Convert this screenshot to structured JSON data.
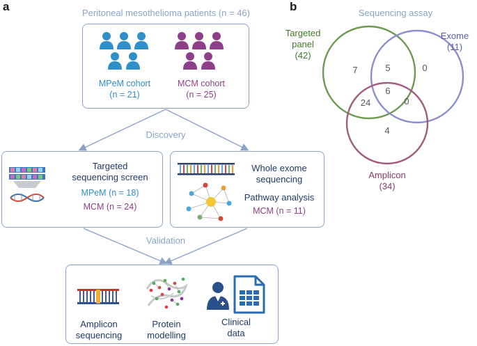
{
  "panel_a": {
    "letter": "a",
    "title": "Peritoneal mesothelioma patients (n = 46)",
    "cohorts": {
      "mpem_label": "MPeM cohort",
      "mpem_n": "(n = 21)",
      "mcm_label": "MCM cohort",
      "mcm_n": "(n = 25)"
    },
    "discovery_label": "Discovery",
    "targeted": {
      "title_line1": "Targeted",
      "title_line2": "sequencing  screen",
      "mpem": "MPeM (n = 18)",
      "mcm": "MCM (n = 24)"
    },
    "exome": {
      "title_line1": "Whole exome",
      "title_line2": "sequencing",
      "pathway": "Pathway analysis",
      "mcm": "MCM (n = 11)"
    },
    "validation_label": "Validation",
    "validation": {
      "amplicon_line1": "Amplicon",
      "amplicon_line2": "sequencing",
      "protein_line1": "Protein",
      "protein_line2": "modelling",
      "clinical_line1": "Clinical",
      "clinical_line2": "data"
    },
    "colors": {
      "navy": "#1f3a68",
      "cyan": "#2f8fc8",
      "purple": "#8e3f8a",
      "box_border": "#8aa3c6"
    }
  },
  "panel_b": {
    "letter": "b",
    "title": "Sequencing assay",
    "sets": {
      "targeted_line1": "Targeted",
      "targeted_line2": "panel",
      "targeted_n": "(42)",
      "exome": "Exome",
      "exome_n": "(11)",
      "amplicon": "Amplicon",
      "amplicon_n": "(34)"
    },
    "regions": {
      "targeted_only": "7",
      "targeted_exome": "5",
      "exome_only": "0",
      "all_three": "6",
      "targeted_amplicon": "24",
      "exome_amplicon": "0",
      "amplicon_only": "4"
    },
    "colors": {
      "targeted": "#6a9a4e",
      "exome": "#8a8ed0",
      "amplicon": "#a25a7e"
    }
  }
}
